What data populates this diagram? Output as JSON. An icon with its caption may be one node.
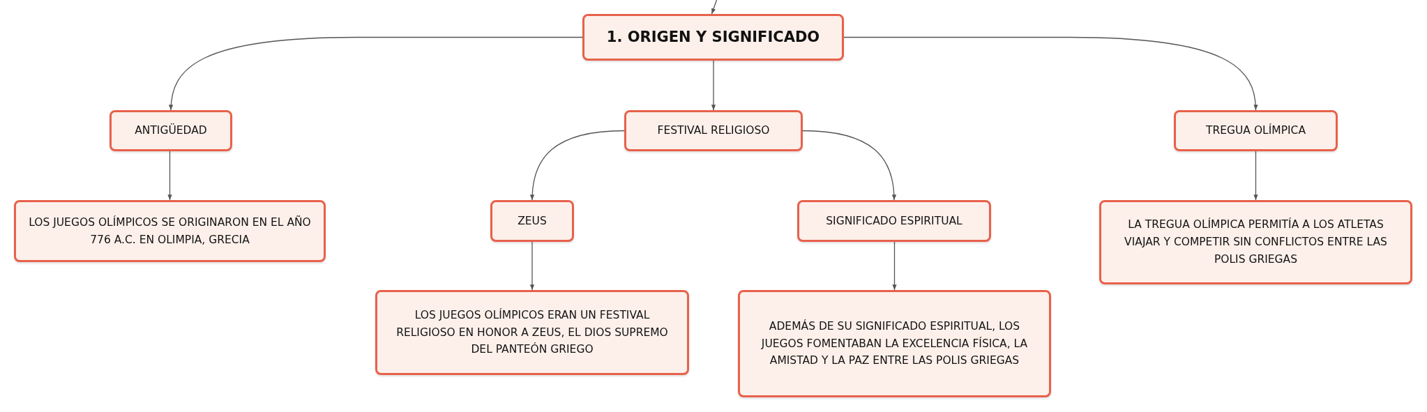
{
  "diagram": {
    "nodes": [
      {
        "text": [
          "1. ORIGEN Y SIGNIFICADO"
        ]
      },
      {
        "text": [
          "ANTIGÜEDAD"
        ]
      },
      {
        "text": [
          "FESTIVAL RELIGIOSO"
        ]
      },
      {
        "text": [
          "TREGUA OLÍMPICA"
        ]
      },
      {
        "text": [
          "LOS JUEGOS OLÍMPICOS SE ORIGINARON EN EL AÑO 776 A.C. EN OLIMPIA, GRECIA"
        ]
      },
      {
        "text": [
          "ZEUS"
        ]
      },
      {
        "text": [
          "SIGNIFICADO ESPIRITUAL"
        ]
      },
      {
        "text": [
          "LA TREGUA OLÍMPICA PERMITÍA A LOS ATLETAS VIAJAR Y COMPETIR SIN CONFLICTOS ENTRE LAS POLIS GRIEGAS"
        ]
      },
      {
        "text": [
          "LOS JUEGOS OLÍMPICOS ERAN UN FESTIVAL RELIGIOSO EN HONOR A ZEUS, EL DIOS SUPREMO DEL PANTEÓN GRIEGO"
        ]
      },
      {
        "text": [
          "ADEMÁS DE SU SIGNIFICADO ESPIRITUAL, LOS JUEGOS FOMENTABAN LA EXCELENCIA FÍSICA, LA AMISTAD Y LA PAZ ENTRE LAS POLIS GRIEGAS"
        ]
      }
    ],
    "edges": [
      {
        "from": null,
        "to": 0,
        "arrow": "to"
      },
      {
        "from": 0,
        "to": 1,
        "arrow": "to"
      },
      {
        "from": 0,
        "to": 2,
        "arrow": "to"
      },
      {
        "from": 0,
        "to": 3,
        "arrow": "to"
      },
      {
        "from": 1,
        "to": 4,
        "arrow": "to"
      },
      {
        "from": 2,
        "to": 5,
        "arrow": "to"
      },
      {
        "from": 2,
        "to": 6,
        "arrow": "to"
      },
      {
        "from": 3,
        "to": 7,
        "arrow": "to"
      },
      {
        "from": 5,
        "to": 8,
        "arrow": "to"
      },
      {
        "from": 6,
        "to": 9,
        "arrow": "to"
      }
    ]
  }
}
